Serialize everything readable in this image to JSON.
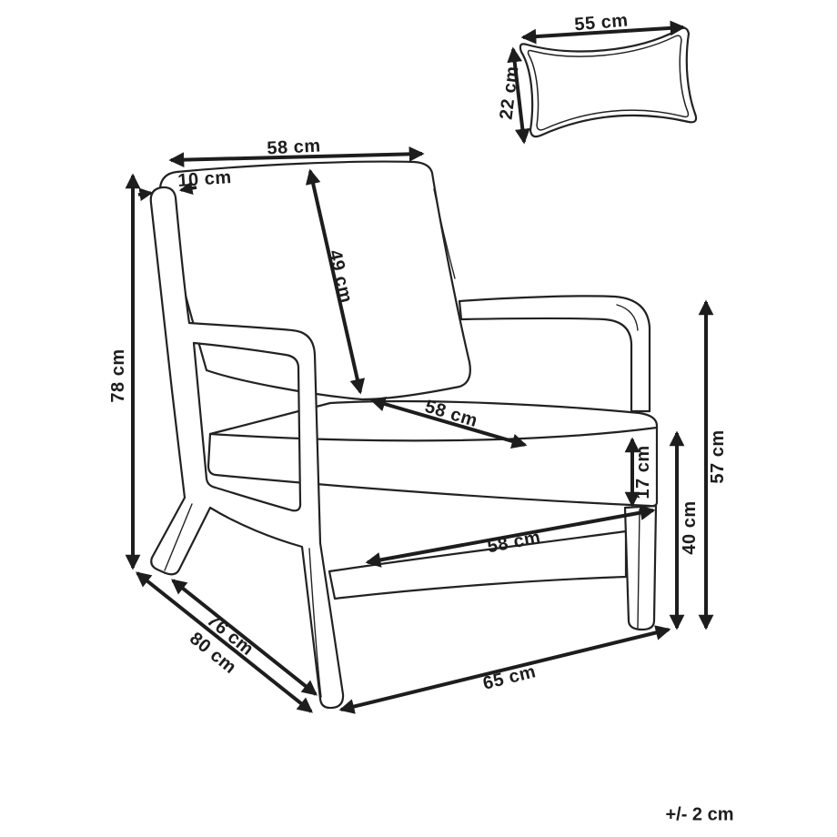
{
  "diagram": {
    "type": "furniture-dimension-diagram",
    "subject": "armchair with seat cushion, backrest cushion and separate pillow",
    "units": "cm",
    "colors": {
      "line": "#1d1d1d",
      "label": "#1d1d1d",
      "background": "#ffffff"
    },
    "labels": {
      "back_width": "58 cm",
      "frame_depth": "10 cm",
      "backrest_length": "49 cm",
      "seat_diagonal": "58 cm",
      "seat_width": "58 cm",
      "cushion_thickness": "17 cm",
      "seat_height": "40 cm",
      "armrest_height": "57 cm",
      "total_height": "78 cm",
      "depth_inner": "76 cm",
      "depth_outer": "80 cm",
      "front_width": "65 cm",
      "pillow_width": "55 cm",
      "pillow_height": "22 cm",
      "tolerance": "+/- 2 cm"
    }
  }
}
